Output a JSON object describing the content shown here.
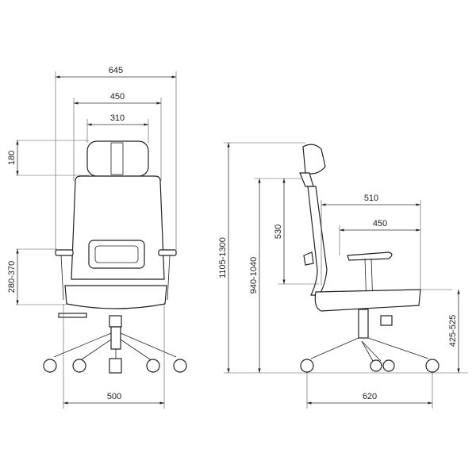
{
  "front_view": {
    "overall_width": "645",
    "backrest_width": "450",
    "headrest_width": "310",
    "headrest_height": "180",
    "armrest_height": "280-370",
    "base_width": "500"
  },
  "side_view": {
    "total_height": "1105-1300",
    "back_height": "940-1040",
    "backrest_height": "530",
    "seat_depth": "510",
    "armrest_depth": "450",
    "seat_height": "425-525",
    "base_depth": "620"
  },
  "colors": {
    "line": "#222222",
    "background": "#ffffff"
  }
}
